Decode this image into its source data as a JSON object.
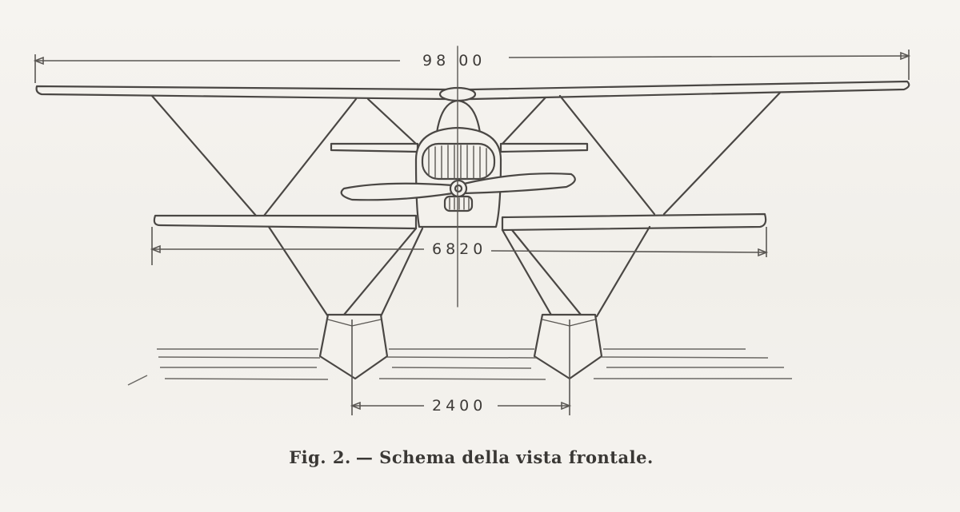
{
  "figure": {
    "caption_prefix": "Fig. 2.",
    "caption_text": "— Schema della vista frontale."
  },
  "dimensions": {
    "upper_wing_span": "98 00",
    "lower_wing_span": "6820",
    "float_track": "2400"
  }
}
